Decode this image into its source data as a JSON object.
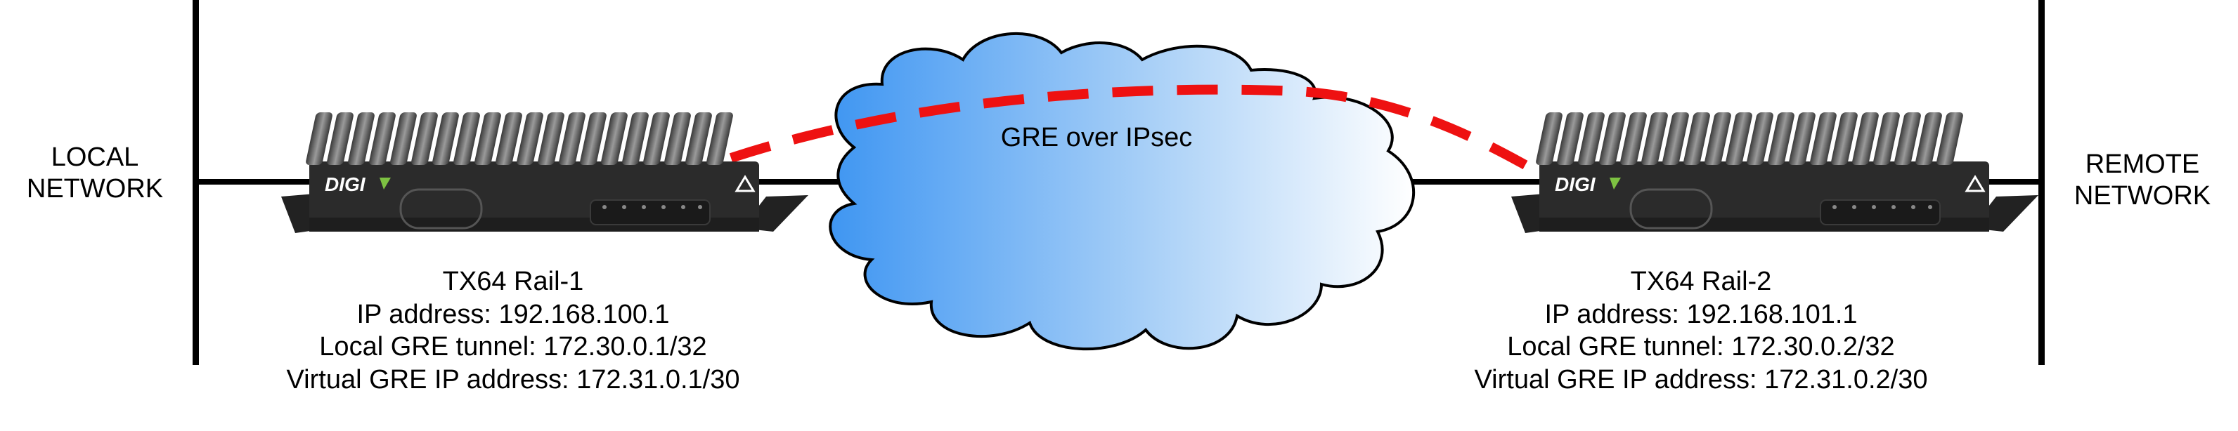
{
  "left_network": {
    "line1": "LOCAL",
    "line2": "NETWORK"
  },
  "right_network": {
    "line1": "REMOTE",
    "line2": "NETWORK"
  },
  "cloud_label": "GRE over IPsec",
  "device_brand": "DIGI",
  "devices": [
    {
      "name": "TX64 Rail-1",
      "ip": "IP address: 192.168.100.1",
      "local_tunnel": "Local GRE tunnel: 172.30.0.1/32",
      "virtual_ip": "Virtual GRE IP address: 172.31.0.1/30"
    },
    {
      "name": "TX64 Rail-2",
      "ip": "IP address: 192.168.101.1",
      "local_tunnel": "Local GRE tunnel: 172.30.0.2/32",
      "virtual_ip": "Virtual GRE IP address: 172.31.0.2/30"
    }
  ],
  "colors": {
    "tunnel": "#ee1111",
    "cloud_left": "#3f96f2",
    "cloud_right": "#ffffff",
    "device_body": "#2b2b2b",
    "line": "#000000"
  }
}
